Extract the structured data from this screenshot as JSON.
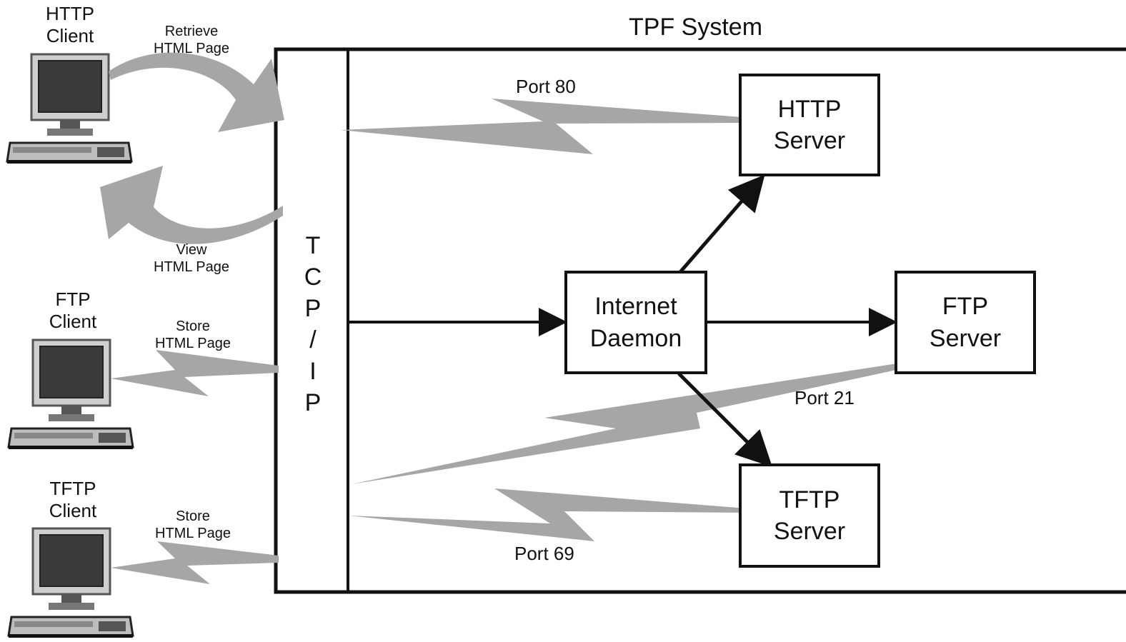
{
  "system": {
    "title": "TPF System"
  },
  "clients": [
    {
      "line1": "HTTP",
      "line2": "Client"
    },
    {
      "line1": "FTP",
      "line2": "Client"
    },
    {
      "line1": "TFTP",
      "line2": "Client"
    }
  ],
  "arrows": {
    "retrieve": {
      "line1": "Retrieve",
      "line2": "HTML Page"
    },
    "view": {
      "line1": "View",
      "line2": "HTML Page"
    },
    "store_ftp": {
      "line1": "Store",
      "line2": "HTML Page"
    },
    "store_tftp": {
      "line1": "Store",
      "line2": "HTML Page"
    }
  },
  "tcpip": [
    "T",
    "C",
    "P",
    "/",
    "I",
    "P"
  ],
  "boxes": {
    "http_server": {
      "line1": "HTTP",
      "line2": "Server"
    },
    "internet_daemon": {
      "line1": "Internet",
      "line2": "Daemon"
    },
    "ftp_server": {
      "line1": "FTP",
      "line2": "Server"
    },
    "tftp_server": {
      "line1": "TFTP",
      "line2": "Server"
    }
  },
  "ports": {
    "http": "Port 80",
    "ftp": "Port 21",
    "tftp": "Port 69"
  },
  "colors": {
    "line": "#111111",
    "lightning": "#a6a6a6",
    "monitor_screen": "#3a3a3a",
    "monitor_body": "#cfcfcf"
  },
  "icons": [
    "computer-icon",
    "curved-arrow-icon",
    "lightning-icon"
  ]
}
